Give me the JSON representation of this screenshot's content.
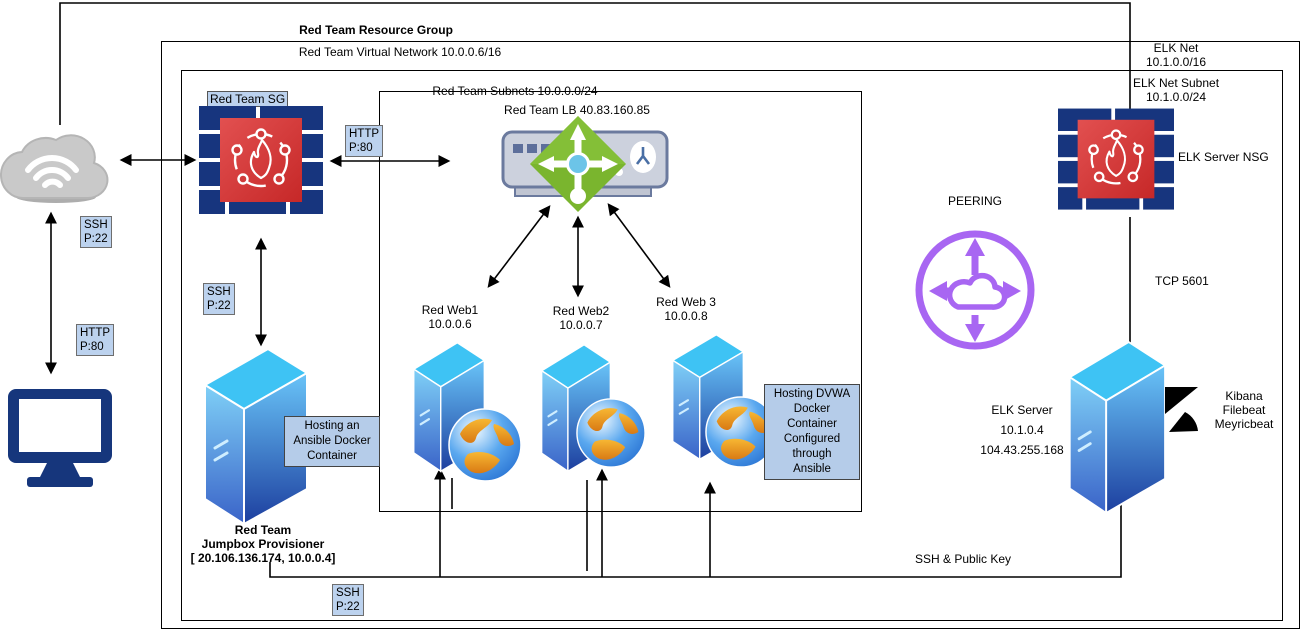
{
  "boxes": {
    "resource_group": {
      "title": "Red Team Resource Group"
    },
    "virtual_network": {
      "title": "Red Team Virtual Network 10.0.0.6/16"
    },
    "subnet": {
      "title": "Red Team Subnets 10.0.0.0/24"
    },
    "elk_net": {
      "lines": [
        "ELK Net",
        "10.1.0.0/16"
      ]
    },
    "elk_net_subnet": {
      "lines": [
        "ELK Net Subnet",
        "10.1.0.0/24"
      ]
    }
  },
  "nodes": {
    "red_team_sg": {
      "label": "Red Team SG"
    },
    "load_balancer": {
      "label": "Red Team LB 40.83.160.85"
    },
    "red_web1": {
      "name": "Red Web1",
      "ip": "10.0.0.6"
    },
    "red_web2": {
      "name": "Red Web2",
      "ip": "10.0.0.7"
    },
    "red_web3": {
      "name": "Red Web 3",
      "ip": "10.0.0.8"
    },
    "jumpbox": {
      "lines": [
        "Red Team",
        "Jumpbox Provisioner",
        "[ 20.106.136.174, 10.0.0.4]"
      ]
    },
    "peering": {
      "label": "PEERING"
    },
    "elk_nsg": {
      "label": "ELK Server NSG"
    },
    "elk_server": {
      "lines": [
        "ELK Server",
        "10.1.0.4",
        "104.43.255.168"
      ]
    },
    "kibana": {
      "lines": [
        "Kibana",
        "Filebeat",
        "Meyricbeat"
      ]
    }
  },
  "annotations": {
    "ssh_p22": [
      "SSH",
      "P:22"
    ],
    "http_p80": [
      "HTTP",
      "P:80"
    ],
    "tcp_5601": "TCP 5601",
    "ssh_public_key": "SSH & Public Key",
    "hosting_ansible": [
      "Hosting an",
      "Ansible Docker",
      "Container"
    ],
    "hosting_dvwa": [
      "Hosting DVWA",
      "Docker",
      "Container",
      "Configured",
      "through",
      "Ansible"
    ]
  },
  "colors": {
    "firewall_brick_navy": "#17357e",
    "firewall_red": "#d93b3b",
    "port_label_bg": "#bcd2ee",
    "note_box_bg": "#b5cce9",
    "peering_purple": "#a866f2",
    "lb_green": "#7ab52e",
    "server_blue_dark": "#1d3f9f",
    "server_blue_light": "#69c4f8",
    "monitor_navy": "#16367c",
    "cloud_gray": "#c9c9c9",
    "globe_orange": "#f7b733"
  }
}
